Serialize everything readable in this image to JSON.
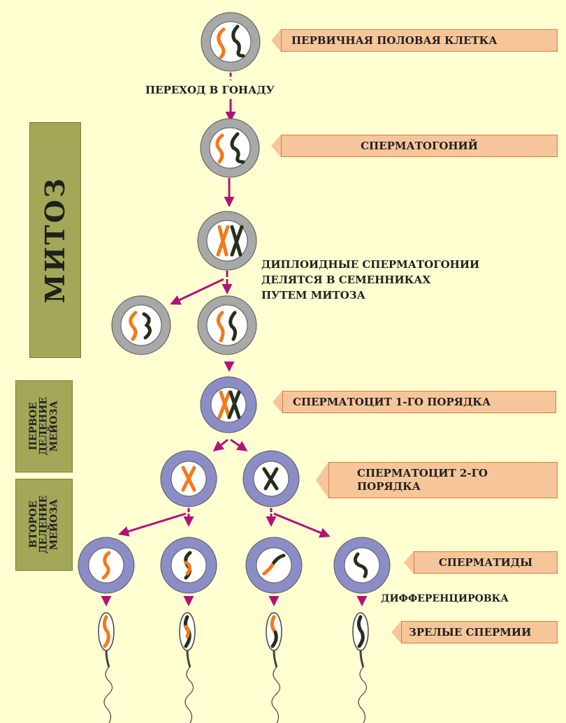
{
  "labels": {
    "primordial_cell": "ПЕРВИЧНАЯ ПОЛОВАЯ КЛЕТКА",
    "migration": "ПЕРЕХОД В ГОНАДУ",
    "spermatogonium": "СПЕРМАТОГОНИЙ",
    "mitosis_note": [
      "ДИПЛОИДНЫЕ СПЕРМАТОГОНИИ",
      "ДЕЛЯТСЯ В СЕМЕННИКАХ",
      "ПУТЕМ МИТОЗА"
    ],
    "primary_spermatocyte": "СПЕРМАТОЦИТ 1-ГО ПОРЯДКА",
    "secondary_spermatocyte": [
      "СПЕРМАТОЦИТ 2-ГО",
      "ПОРЯДКА"
    ],
    "spermatids": "СПЕРМАТИДЫ",
    "differentiation": "ДИФФЕРЕНЦИРОВКА",
    "mature_sperm": "ЗРЕЛЫЕ СПЕРМИИ"
  },
  "stage_boxes": {
    "mitosis": "МИТОЗ",
    "meiosis_1": [
      "ПЕРВОЕ",
      "ДЕЛЕНИЕ",
      "МЕЙОЗА"
    ],
    "meiosis_2": [
      "ВТОРОЕ",
      "ДЕЛЕНИЕ",
      "МЕЙОЗА"
    ]
  },
  "colors": {
    "background": "#ffffd2",
    "banner_fill": "#f6c69a",
    "banner_border": "#d97b3f",
    "stage_box": "#a3a758",
    "arrow": "#b0127a",
    "cell_ring_grey": "#a8a8a8",
    "cell_ring_purple": "#8b8ec6",
    "chromosome_orange": "#f27a18",
    "chromosome_dark": "#25301c"
  }
}
